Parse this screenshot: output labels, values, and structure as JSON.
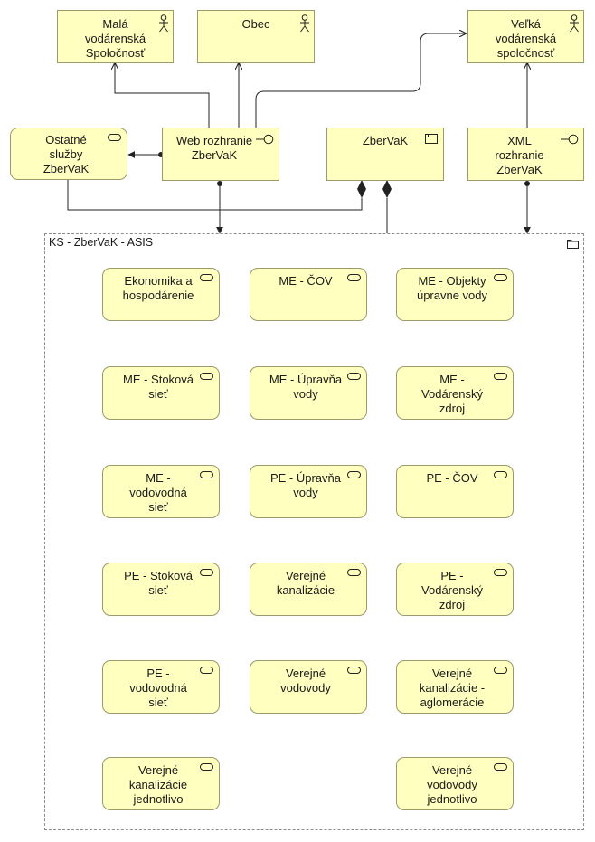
{
  "top": {
    "mala": "Malá\nvodárenská\nSpoločnosť",
    "obec": "Obec",
    "velka": "Veľká\nvodárenská\nspoločnosť"
  },
  "middle": {
    "ostatne": "Ostatné\nslužby\nZberVaK",
    "web": "Web rozhranie\nZberVaK",
    "zbervak": "ZberVaK",
    "xml": "XML\nrozhranie\nZberVaK"
  },
  "group": {
    "title": "KS - ZberVaK - ASIS",
    "services": [
      "Ekonomika a\nhospodárenie",
      "ME - ČOV",
      "ME - Objekty\núpravne vody",
      "ME - Stoková\nsieť",
      "ME - Úpravňa\nvody",
      "ME -\nVodárenský\nzdroj",
      "ME -\nvodovodná\nsieť",
      "PE - Úpravňa\nvody",
      "PE - ČOV",
      "PE - Stoková\nsieť",
      "Verejné\nkanalizácie",
      "PE -\nVodárenský\nzdroj",
      "PE -\nvodovodná\nsieť",
      "Verejné\nvodovody",
      "Verejné\nkanalizácie -\naglomerácie",
      "Verejné\nkanalizácie\njednotlivo",
      "Verejné\nvodovody\njednotlivo"
    ]
  },
  "colors": {
    "node_fill": "#ffffc0",
    "node_border": "#9a9a6a",
    "line": "#222222"
  }
}
